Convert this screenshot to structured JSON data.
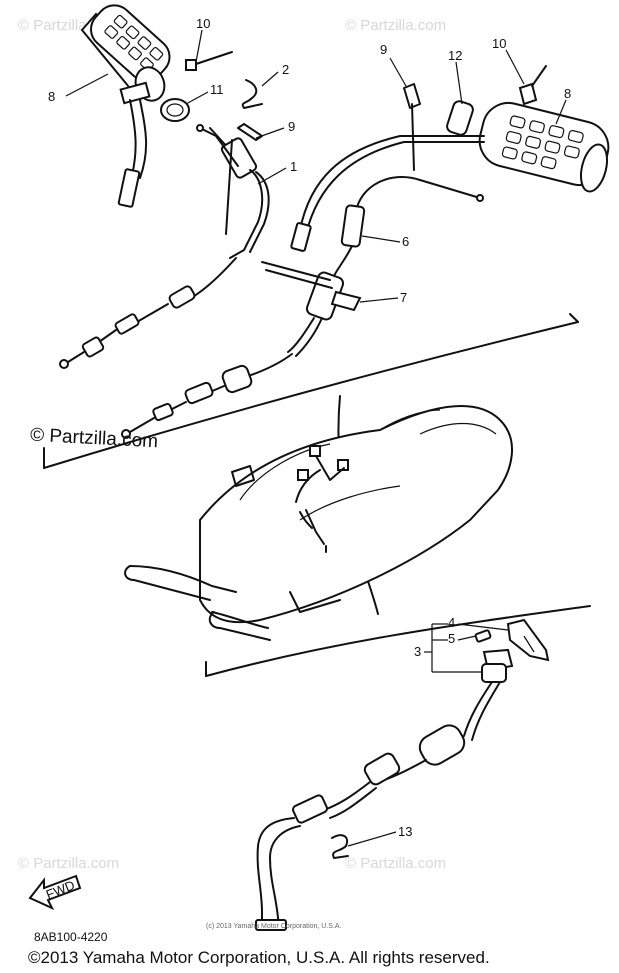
{
  "watermark": {
    "main": "© Partzilla.com",
    "faint": "© Partzilla.com"
  },
  "callouts": [
    "10",
    "2",
    "11",
    "8",
    "9",
    "1",
    "12",
    "10",
    "8",
    "9",
    "6",
    "7",
    "4",
    "5",
    "3",
    "13"
  ],
  "fwd_label": "FWD",
  "diagram_code": "8AB100-4220",
  "tiny_copyright": "(c) 2013 Yamaha Motor Corporation, U.S.A.",
  "footer_copyright": "©2013 Yamaha Motor Corporation, U.S.A. All rights reserved.",
  "colors": {
    "ink": "#111111",
    "watermark_faint": "#d8d8d8"
  }
}
